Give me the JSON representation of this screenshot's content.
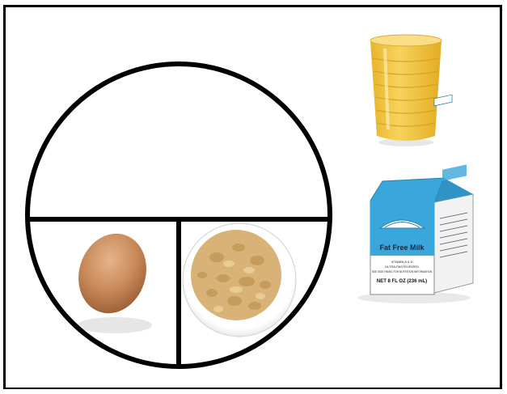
{
  "plate": {
    "sections": [
      "empty-top-section",
      "egg-section",
      "cereal-section"
    ]
  },
  "foods": {
    "egg": {
      "icon": "egg-icon"
    },
    "cereal": {
      "icon": "cereal-bowl-icon"
    },
    "juice": {
      "icon": "orange-juice-glass-icon"
    },
    "milk": {
      "icon": "milk-carton-icon",
      "brand_label": "Fat Free Milk",
      "fine_print_1": "VITAMIN A & D",
      "fine_print_2": "ULTRA-PASTEURIZED",
      "fine_print_3": "SEE SIDE PANEL FOR NUTRITION INFORMATION",
      "net_contents": "NET 8 FL OZ (236 mL)"
    }
  },
  "colors": {
    "outline": "#000000",
    "juice": "#f2c53a",
    "milk_blue": "#3aa7dc",
    "egg": "#c98a5a",
    "cereal": "#d8b276"
  }
}
